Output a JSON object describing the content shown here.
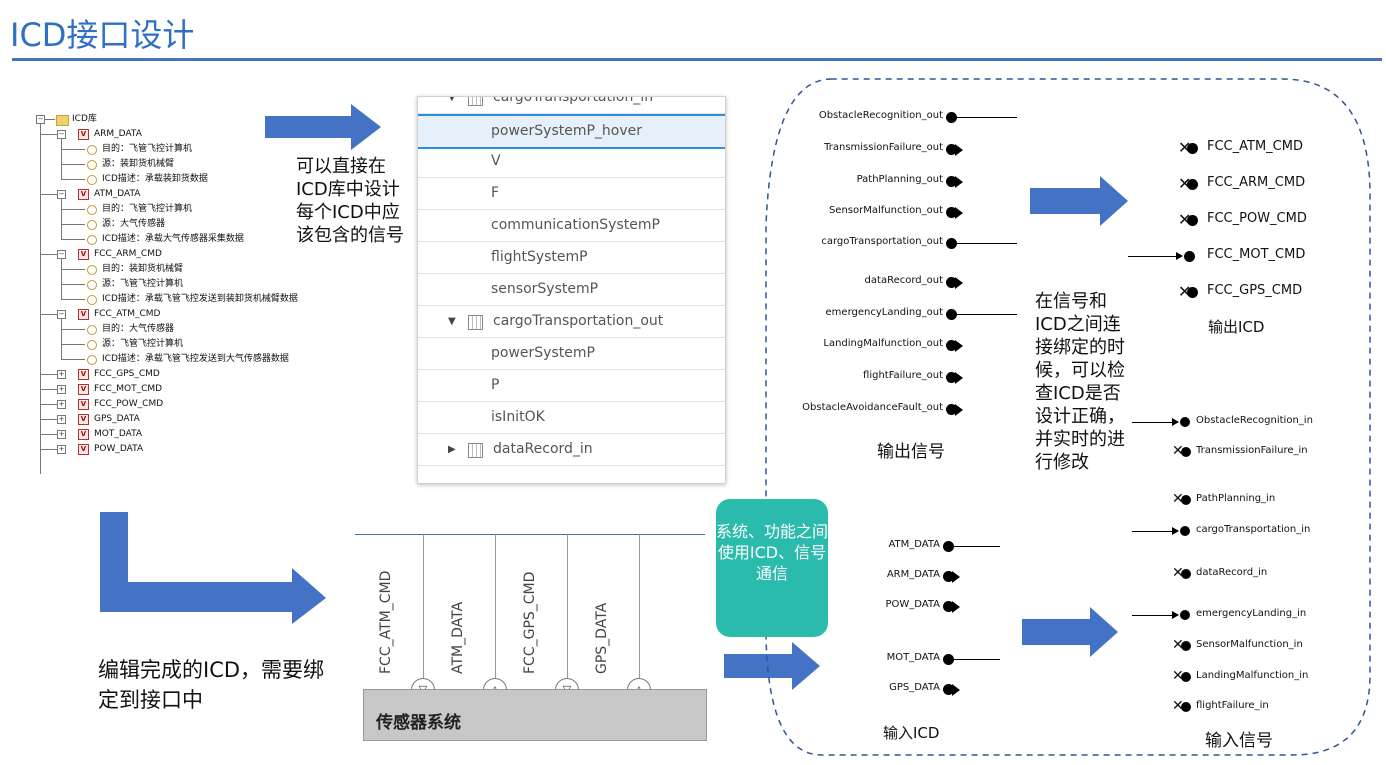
{
  "page": {
    "title": "ICD接口设计"
  },
  "tree": {
    "root": "ICD库",
    "items": [
      {
        "label": "ARM_DATA",
        "expanded": true,
        "children": [
          "目的：飞管飞控计算机",
          "源：装卸货机械臂",
          "ICD描述：承载装卸货数据"
        ]
      },
      {
        "label": "ATM_DATA",
        "expanded": true,
        "children": [
          "目的：飞管飞控计算机",
          "源：大气传感器",
          "ICD描述：承载大气传感器采集数据"
        ]
      },
      {
        "label": "FCC_ARM_CMD",
        "expanded": true,
        "children": [
          "目的：装卸货机械臂",
          "源：飞管飞控计算机",
          "ICD描述：承载飞管飞控发送到装卸货机械臂数据"
        ]
      },
      {
        "label": "FCC_ATM_CMD",
        "expanded": true,
        "children": [
          "目的：大气传感器",
          "源：飞管飞控计算机",
          "ICD描述：承载飞管飞控发送到大气传感器数据"
        ]
      },
      {
        "label": "FCC_GPS_CMD",
        "expanded": false,
        "children": []
      },
      {
        "label": "FCC_MOT_CMD",
        "expanded": false,
        "children": []
      },
      {
        "label": "FCC_POW_CMD",
        "expanded": false,
        "children": []
      },
      {
        "label": "GPS_DATA",
        "expanded": false,
        "children": []
      },
      {
        "label": "MOT_DATA",
        "expanded": false,
        "children": []
      },
      {
        "label": "POW_DATA",
        "expanded": false,
        "children": []
      }
    ]
  },
  "notes": {
    "design_in_lib": "可以直接在ICD库中设计每个ICD中应该包含的信号",
    "bind_check": "在信号和ICD之间连接绑定的时候，可以检查ICD是否设计正确，并实时的进行修改",
    "edited_icd": "编辑完成的ICD，需要绑定到接口中",
    "teal_box": "系统、功能之间使用ICD、信号通信"
  },
  "signal_list": {
    "rows": [
      {
        "label": "cargoTransportation_in",
        "group": true,
        "expanded": true
      },
      {
        "label": "powerSystemP_hover",
        "group": false,
        "hover": true
      },
      {
        "label": "V",
        "group": false
      },
      {
        "label": "F",
        "group": false
      },
      {
        "label": "communicationSystemP",
        "group": false
      },
      {
        "label": "flightSystemP",
        "group": false
      },
      {
        "label": "sensorSystemP",
        "group": false
      },
      {
        "label": "cargoTransportation_out",
        "group": true,
        "expanded": true
      },
      {
        "label": "powerSystemP",
        "group": false
      },
      {
        "label": "P",
        "group": false
      },
      {
        "label": "isInitOK",
        "group": false
      },
      {
        "label": "dataRecord_in",
        "group": true,
        "expanded": false
      }
    ]
  },
  "binding": {
    "output_signals": [
      "ObstacleRecognition_out",
      "TransmissionFailure_out",
      "PathPlanning_out",
      "SensorMalfunction_out",
      "cargoTransportation_out",
      "dataRecord_out",
      "emergencyLanding_out",
      "LandingMalfunction_out",
      "flightFailure_out",
      "ObstacleAvoidanceFault_out"
    ],
    "output_signals_label": "输出信号",
    "output_icds": [
      "FCC_ATM_CMD",
      "FCC_ARM_CMD",
      "FCC_POW_CMD",
      "FCC_MOT_CMD",
      "FCC_GPS_CMD"
    ],
    "output_icds_label": "输出ICD",
    "input_icds": [
      "ATM_DATA",
      "ARM_DATA",
      "POW_DATA",
      "MOT_DATA",
      "GPS_DATA"
    ],
    "input_icds_label": "输入ICD",
    "input_signals": [
      "ObstacleRecognition_in",
      "TransmissionFailure_in",
      "PathPlanning_in",
      "cargoTransportation_in",
      "dataRecord_in",
      "emergencyLanding_in",
      "SensorMalfunction_in",
      "LandingMalfunction_in",
      "flightFailure_in"
    ],
    "input_signals_label": "输入信号"
  },
  "block": {
    "title": "传感器系统",
    "ports": [
      {
        "label": "FCC_ATM_CMD",
        "direction": "in"
      },
      {
        "label": "ATM_DATA",
        "direction": "out"
      },
      {
        "label": "FCC_GPS_CMD",
        "direction": "in"
      },
      {
        "label": "GPS_DATA",
        "direction": "out"
      }
    ]
  },
  "colors": {
    "title": "#2f6fc4",
    "rule": "#4472c4",
    "arrow": "#4472c4",
    "teal": "#2bbbad",
    "hover": "#e6f0fa",
    "hover_border": "#2d8fd6"
  }
}
